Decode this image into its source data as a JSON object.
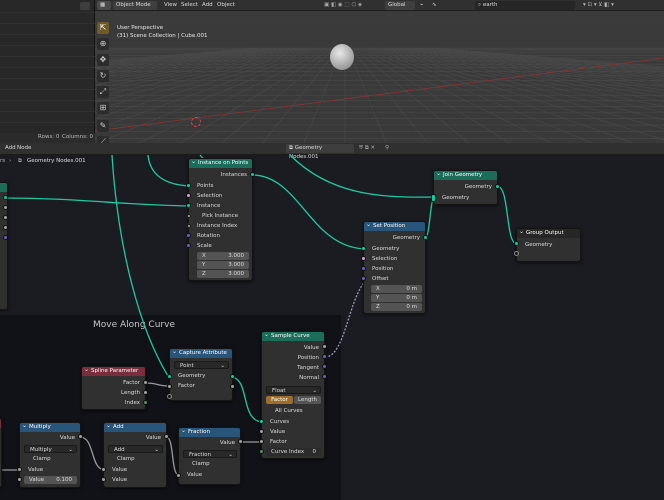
{
  "viewport": {
    "mode": "Object Mode",
    "menus": [
      "View",
      "Select",
      "Add",
      "Object"
    ],
    "orientation": "Global",
    "search_value": "earth",
    "info_line1": "User Perspective",
    "info_line2": "(31) Scene Collection | Cube.001"
  },
  "left_panel": {
    "rows_label": "Rows: 0",
    "columns_label": "Columns: 0"
  },
  "node_editor": {
    "menus": [
      "Add",
      "Node"
    ],
    "breadcrumb_left": "rs",
    "breadcrumb": "Geometry Nodes.001",
    "tree_name": "Geometry Nodes.001",
    "frame_label": "Move Along Curve"
  },
  "nodes": {
    "instance_on_points": {
      "title": "Instance on Points",
      "out_instances": "Instances",
      "in_points": "Points",
      "in_selection": "Selection",
      "in_instance": "Instance",
      "in_pick": "Pick Instance",
      "in_index": "Instance Index",
      "in_rotation": "Rotation",
      "in_scale": "Scale",
      "x_label": "X",
      "x_val": "3.000",
      "y_label": "Y",
      "y_val": "3.000",
      "z_label": "Z",
      "z_val": "3.000"
    },
    "join_geometry": {
      "title": "Join Geometry",
      "out": "Geometry",
      "in": "Geometry"
    },
    "set_position": {
      "title": "Set Position",
      "out": "Geometry",
      "in_geometry": "Geometry",
      "in_selection": "Selection",
      "in_position": "Position",
      "in_offset": "Offset",
      "x_label": "X",
      "x_val": "0 m",
      "y_label": "Y",
      "y_val": "0 m",
      "z_label": "Z",
      "z_val": "0 m"
    },
    "group_output": {
      "title": "Group Output",
      "in": "Geometry"
    },
    "capture_attribute": {
      "title": "Capture Attribute",
      "domain": "Point",
      "in_geometry": "Geometry",
      "in_factor": "Factor"
    },
    "spline_parameter": {
      "title": "Spline Parameter",
      "out_factor": "Factor",
      "out_length": "Length",
      "out_index": "Index"
    },
    "sample_curve": {
      "title": "Sample Curve",
      "out_value": "Value",
      "out_position": "Position",
      "out_tangent": "Tangent",
      "out_normal": "Normal",
      "type": "Float",
      "mode_factor": "Factor",
      "mode_length": "Length",
      "all_curves": "All Curves",
      "in_curves": "Curves",
      "in_value": "Value",
      "in_factor": "Factor",
      "in_curve_index_label": "Curve Index",
      "in_curve_index_val": "0"
    },
    "multiply": {
      "title": "Multiply",
      "out": "Value",
      "op": "Multiply",
      "clamp": "Clamp",
      "in_value": "Value",
      "value_label": "Value",
      "value_val": "0.100"
    },
    "add": {
      "title": "Add",
      "out": "Value",
      "op": "Add",
      "clamp": "Clamp",
      "in1": "Value",
      "in2": "Value"
    },
    "fraction": {
      "title": "Fraction",
      "out": "Value",
      "op": "Fraction",
      "clamp": "Clamp",
      "in": "Value"
    }
  }
}
